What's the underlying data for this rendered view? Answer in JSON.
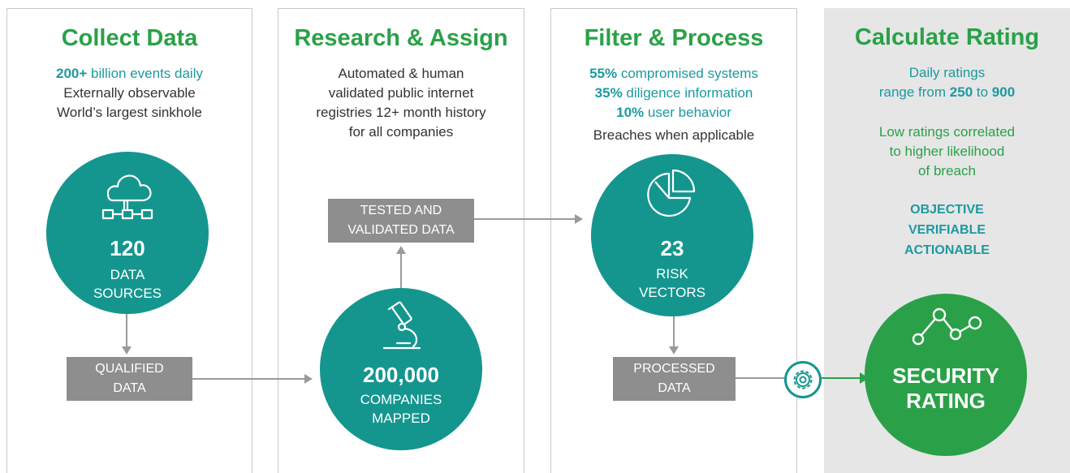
{
  "collect": {
    "title": "Collect Data",
    "line1_bold": "200+",
    "line1_rest": " billion events daily",
    "line2": "Externally observable",
    "line3": "World’s largest sinkhole",
    "circle_number": "120",
    "circle_label_1": "DATA",
    "circle_label_2": "SOURCES",
    "box_line1": "QUALIFIED",
    "box_line2": "DATA"
  },
  "research": {
    "title": "Research & Assign",
    "desc": [
      "Automated & human",
      "validated public internet",
      "registries 12+ month history",
      "for all companies"
    ],
    "box_line1": "TESTED AND",
    "box_line2": "VALIDATED DATA",
    "circle_number": "200,000",
    "circle_label_1": "COMPANIES",
    "circle_label_2": "MAPPED"
  },
  "filter": {
    "title": "Filter & Process",
    "stats": [
      {
        "pct": "55%",
        "label": " compromised systems"
      },
      {
        "pct": "35%",
        "label": " diligence information"
      },
      {
        "pct": "10%",
        "label": " user behavior"
      }
    ],
    "note": "Breaches when applicable",
    "circle_number": "23",
    "circle_label_1": "RISK",
    "circle_label_2": "VECTORS",
    "box_line1": "PROCESSED",
    "box_line2": "DATA"
  },
  "calculate": {
    "title": "Calculate Rating",
    "line1": "Daily ratings",
    "line2_pre": "range from ",
    "range_low": "250",
    "line2_mid": " to ",
    "range_high": "900",
    "corr": [
      "Low ratings correlated",
      "to higher likelihood",
      "of breach"
    ],
    "caps": [
      "OBJECTIVE",
      "VERIFIABLE",
      "ACTIONABLE"
    ],
    "rating_line1": "SECURITY",
    "rating_line2": "RATING"
  },
  "colors": {
    "green": "#2aa148",
    "teal": "#14968f",
    "teal_text": "#1b9aa0",
    "gray_box": "#8e8e8e",
    "shade": "#e6e6e6"
  },
  "icons": [
    "cloud-network-icon",
    "microscope-icon",
    "pie-chart-icon",
    "gear-icon",
    "line-chart-icon"
  ]
}
